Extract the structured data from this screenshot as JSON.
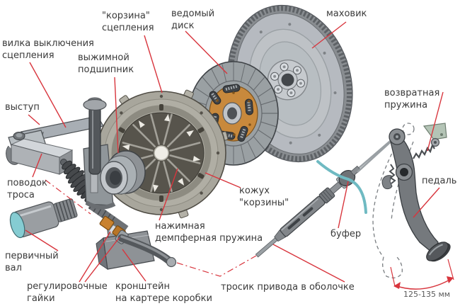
{
  "diagram": {
    "kind": "exploded-technical-illustration",
    "labels": {
      "release_fork": "вилка выключения\nсцепления",
      "clutch_basket": "\"корзина\"\nсцепления",
      "release_bearing": "выжимной\nподшипник",
      "driven_disc": "ведомый\nдиск",
      "flywheel": "маховик",
      "lug": "выступ",
      "cable_lead": "поводок\nтроса",
      "input_shaft": "первичный\nвал",
      "adjusting_nuts": "регулировочные\nгайки",
      "bracket": "кронштейн\nна картере коробки",
      "pressure_damper_spring": "нажимная\nдемпферная пружина",
      "basket_cover": "кожух\n\"корзины\"",
      "drive_cable": "тросик привода в оболочке",
      "buffer": "буфер",
      "return_spring": "возвратная\nпружина",
      "pedal": "педаль",
      "pedal_travel": "125-135 мм"
    },
    "colors": {
      "background": "#ffffff",
      "label_text": "#3a3a3a",
      "leader_line": "#d8353d",
      "disc_hub_plate": "#c8893c",
      "input_shaft_face": "#85ccd2",
      "retainer_clip": "#6fbac2",
      "adjusting_nut_brass": "#c9822f",
      "metal_gray": "#a8aeb4",
      "basket_cover_gray": "#a8a69c"
    }
  }
}
